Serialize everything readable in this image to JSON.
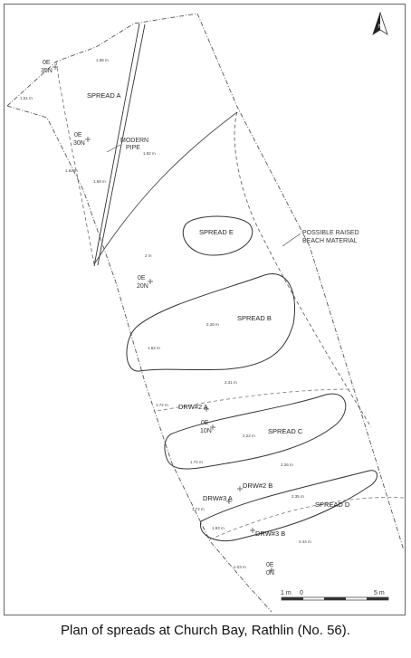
{
  "caption": "Plan of spreads at Church Bay, Rathlin (No. 56).",
  "north_label": "N",
  "features": {
    "spread_a": "SPREAD A",
    "spread_b": "SPREAD B",
    "spread_c": "SPREAD C",
    "spread_d": "SPREAD D",
    "spread_e": "SPREAD E",
    "pipe_l1": "MODERN",
    "pipe_l2": "PIPE",
    "beach_l1": "POSSIBLE RAISED",
    "beach_l2": "BEACH MATERIAL"
  },
  "grid_points": [
    {
      "l1": "0E",
      "l2": "35N"
    },
    {
      "l1": "0E",
      "l2": "30N"
    },
    {
      "l1": "0E",
      "l2": "20N"
    },
    {
      "l1": "0E",
      "l2": "10N"
    },
    {
      "l1": "0E",
      "l2": "0N"
    }
  ],
  "datums": [
    "DRW#2 A",
    "DRW#2 B",
    "DRW#3 A",
    "DRW#3 B"
  ],
  "heights": [
    "1.98 m",
    "1.51 m",
    "1.82 m",
    "1.62 m",
    "1.69 m",
    "2 m",
    "2.28 m",
    "1.62 m",
    "2.31 m",
    "1.72 m",
    "2.22 m",
    "1.72 m",
    "2.26 m",
    "2.35 m",
    "1.72 m",
    "1.93 m",
    "2.44 m",
    "2.03 m"
  ],
  "scale": {
    "left": "1 m",
    "zero": "0",
    "right": "5 m"
  }
}
